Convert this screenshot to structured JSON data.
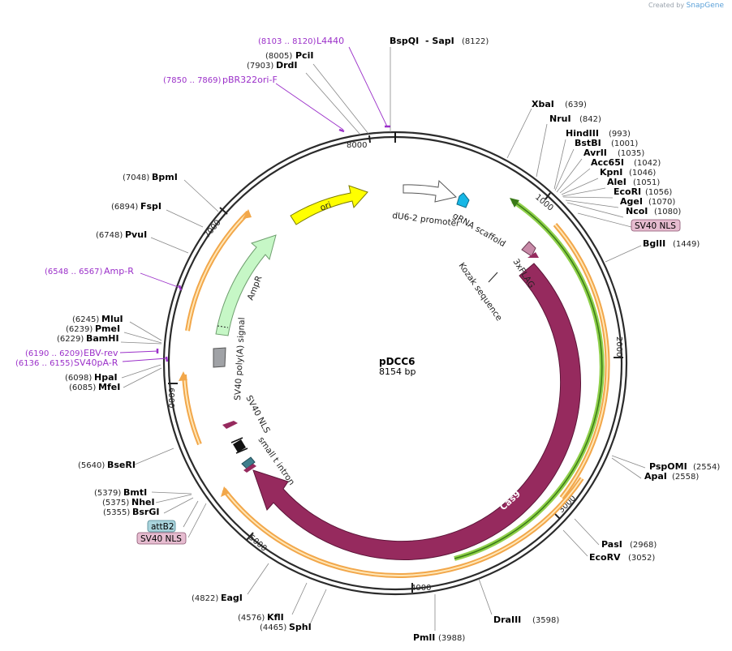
{
  "credit": {
    "prefix": "Created by",
    "brand": "SnapGene"
  },
  "plasmid": {
    "name": "pDCC6",
    "size": "8154 bp"
  },
  "ticks": [
    "1000",
    "2000",
    "3000",
    "4000",
    "5000",
    "6000",
    "7000",
    "8000"
  ],
  "sites": [
    {
      "name": "BspQI",
      "pos": "",
      "extra": "-  SapI",
      "extra_pos": "(8122)"
    },
    {
      "name": "PciI",
      "pos": "(8005)"
    },
    {
      "name": "DrdI",
      "pos": "(7903)"
    },
    {
      "name": "BpmI",
      "pos": "(7048)"
    },
    {
      "name": "FspI",
      "pos": "(6894)"
    },
    {
      "name": "PvuI",
      "pos": "(6748)"
    },
    {
      "name": "MluI",
      "pos": "(6245)"
    },
    {
      "name": "PmeI",
      "pos": "(6239)"
    },
    {
      "name": "BamHI",
      "pos": "(6229)"
    },
    {
      "name": "HpaI",
      "pos": "(6098)"
    },
    {
      "name": "MfeI",
      "pos": "(6085)"
    },
    {
      "name": "BseRI",
      "pos": "(5640)"
    },
    {
      "name": "BmtI",
      "pos": "(5379)"
    },
    {
      "name": "NheI",
      "pos": "(5375)"
    },
    {
      "name": "BsrGI",
      "pos": "(5355)"
    },
    {
      "name": "EagI",
      "pos": "(4822)"
    },
    {
      "name": "KflI",
      "pos": "(4576)"
    },
    {
      "name": "SphI",
      "pos": "(4465)"
    },
    {
      "name": "PmlI",
      "pos": "(3988)"
    },
    {
      "name": "DraIII",
      "pos": "(3598)"
    },
    {
      "name": "XbaI",
      "pos": "(639)"
    },
    {
      "name": "NruI",
      "pos": "(842)"
    },
    {
      "name": "HindIII",
      "pos": "(993)"
    },
    {
      "name": "BstBI",
      "pos": "(1001)"
    },
    {
      "name": "AvrII",
      "pos": "(1035)"
    },
    {
      "name": "Acc65I",
      "pos": "(1042)"
    },
    {
      "name": "KpnI",
      "pos": "(1046)"
    },
    {
      "name": "AleI",
      "pos": "(1051)"
    },
    {
      "name": "EcoRI",
      "pos": "(1056)"
    },
    {
      "name": "AgeI",
      "pos": "(1070)"
    },
    {
      "name": "NcoI",
      "pos": "(1080)"
    },
    {
      "name": "BglII",
      "pos": "(1449)"
    },
    {
      "name": "PspOMI",
      "pos": "(2554)"
    },
    {
      "name": "ApaI",
      "pos": "(2558)"
    },
    {
      "name": "PasI",
      "pos": "(2968)"
    },
    {
      "name": "EcoRV",
      "pos": "(3052)"
    }
  ],
  "primers": [
    {
      "name": "L4440",
      "range": "(8103 .. 8120)"
    },
    {
      "name": "pBR322ori-F",
      "range": "(7850 .. 7869)"
    },
    {
      "name": "Amp-R",
      "range": "(6548 .. 6567)"
    },
    {
      "name": "EBV-rev",
      "range": "(6190 .. 6209)"
    },
    {
      "name": "SV40pA-R",
      "range": "(6136 .. 6155)"
    }
  ],
  "boxed": [
    {
      "name": "SV40 NLS",
      "color": "#e6bcd0"
    },
    {
      "name": "attB2",
      "color": "#a9d4dc"
    },
    {
      "name": "SV40 NLS",
      "color": "#e6bcd0"
    }
  ],
  "features": {
    "ori": "ori",
    "ampr": "AmpR",
    "promoter": "dU6-2 promoter",
    "scaffold": "gRNA scaffold",
    "flag": "3xFLAG",
    "kozak": "Kozak sequence",
    "cas9": "Cas9",
    "polya": "SV40 poly(A) signal",
    "nls": "SV40 NLS",
    "intron": "small t intron"
  },
  "colors": {
    "backbone": "#2b2b2b",
    "orf": "#f2a74a",
    "orf_inner": "#ffe7b8",
    "green": "#8fd04a",
    "green_dark": "#3a7a18",
    "cas9": "#962a5e",
    "ori": "#ffff00",
    "ampr": "#c6f7c6",
    "promoter": "#ffffff",
    "scaffold": "#16b7e6",
    "flag": "#c88aa8",
    "primer": "#9b30c9",
    "polya": "#a0a2a6",
    "intron": "#3f7e8c"
  }
}
